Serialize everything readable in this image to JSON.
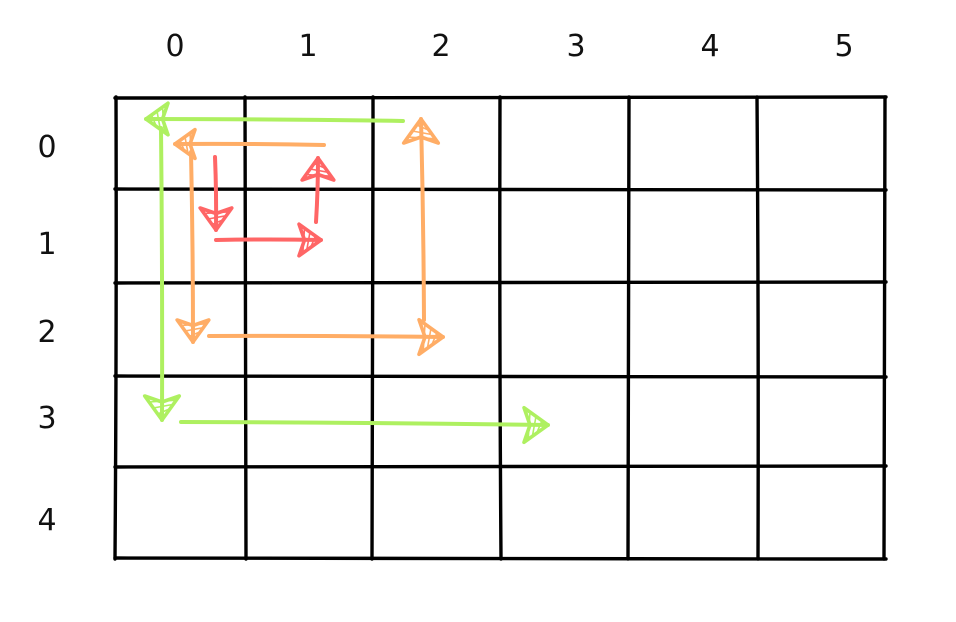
{
  "grid": {
    "column_labels": [
      "0",
      "1",
      "2",
      "3",
      "4",
      "5"
    ],
    "row_labels": [
      "0",
      "1",
      "2",
      "3",
      "4"
    ]
  },
  "colors": {
    "grid": "#000000",
    "outer_ring": "#aef060",
    "middle_ring": "#ffad66",
    "inner_ring": "#ff6666"
  },
  "spiral_paths": [
    {
      "name": "outer",
      "color": "#aef060",
      "segments": [
        {
          "direction": "left",
          "from_cell": [
            0,
            2
          ],
          "to_cell": [
            0,
            0
          ]
        },
        {
          "direction": "down",
          "from_cell": [
            0,
            0
          ],
          "to_cell": [
            3,
            0
          ]
        },
        {
          "direction": "right",
          "from_cell": [
            3,
            0
          ],
          "to_cell": [
            3,
            3
          ]
        }
      ]
    },
    {
      "name": "middle",
      "color": "#ffad66",
      "segments": [
        {
          "direction": "left",
          "from_cell": [
            0,
            1
          ],
          "to_cell": [
            0,
            0
          ]
        },
        {
          "direction": "down",
          "from_cell": [
            0,
            0
          ],
          "to_cell": [
            2,
            0
          ]
        },
        {
          "direction": "right",
          "from_cell": [
            2,
            0
          ],
          "to_cell": [
            2,
            2
          ]
        },
        {
          "direction": "up",
          "from_cell": [
            2,
            2
          ],
          "to_cell": [
            0,
            2
          ]
        }
      ]
    },
    {
      "name": "inner",
      "color": "#ff6666",
      "segments": [
        {
          "direction": "down",
          "from_cell": [
            0,
            0
          ],
          "to_cell": [
            1,
            0
          ]
        },
        {
          "direction": "right",
          "from_cell": [
            1,
            0
          ],
          "to_cell": [
            1,
            1
          ]
        },
        {
          "direction": "up",
          "from_cell": [
            1,
            1
          ],
          "to_cell": [
            0,
            1
          ]
        }
      ]
    }
  ]
}
